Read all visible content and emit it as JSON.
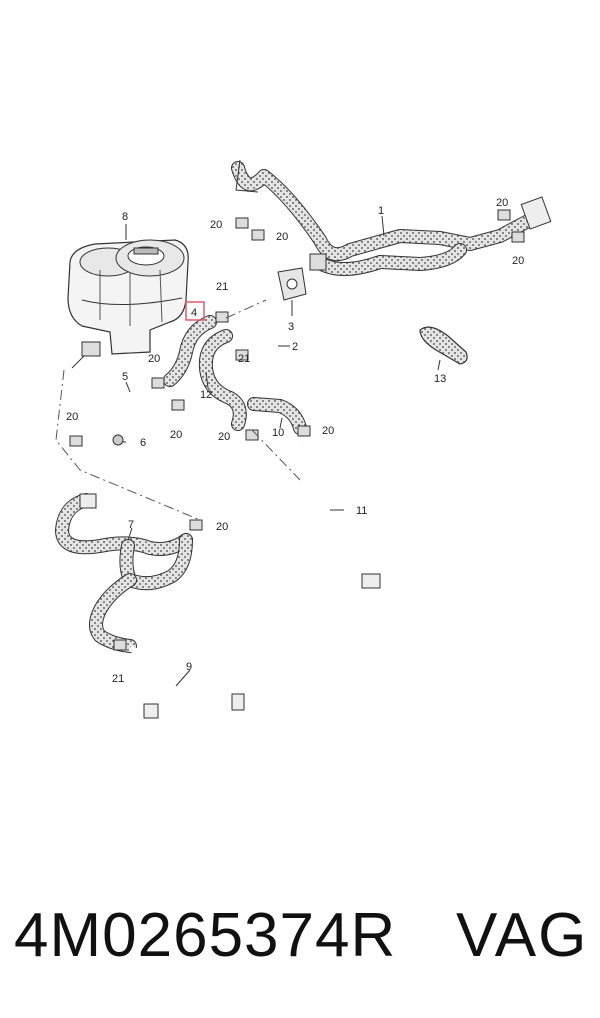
{
  "diagram": {
    "callouts": {
      "c1": "1",
      "c2": "2",
      "c3": "3",
      "c4": "4",
      "c5": "5",
      "c6": "6",
      "c7": "7",
      "c8": "8",
      "c9": "9",
      "c10": "10",
      "c11": "11",
      "c12": "12",
      "c13": "13",
      "c20": "20",
      "c21": "21"
    },
    "highlight_color": "#e05a6a"
  },
  "footer": {
    "part_number": "4M0265374R",
    "brand": "VAG"
  }
}
